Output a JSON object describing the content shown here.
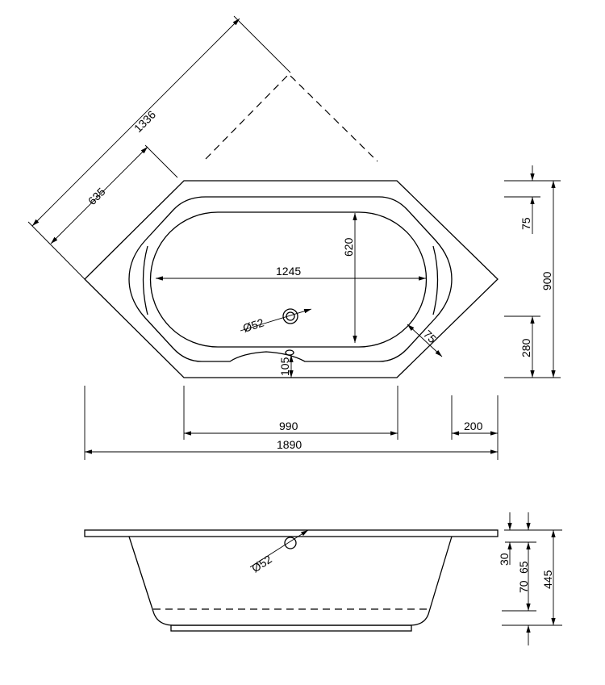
{
  "top_view": {
    "dim_diagonal_total": "1336",
    "dim_diagonal_partial": "635",
    "dim_inner_width": "620",
    "dim_inner_length": "1245",
    "drain_diameter": "Ø52",
    "dim_rim_width": "75",
    "dim_edge_depth": "105",
    "dim_right_top": "75",
    "dim_total_width": "900",
    "dim_right_bottom": "280",
    "dim_flat_length": "990",
    "dim_corner": "200",
    "dim_total_length": "1890"
  },
  "side_view": {
    "drain_diameter": "Ø52",
    "dim_rim": "30",
    "dim_upper": "65",
    "dim_lower": "70",
    "dim_total_height": "445"
  }
}
